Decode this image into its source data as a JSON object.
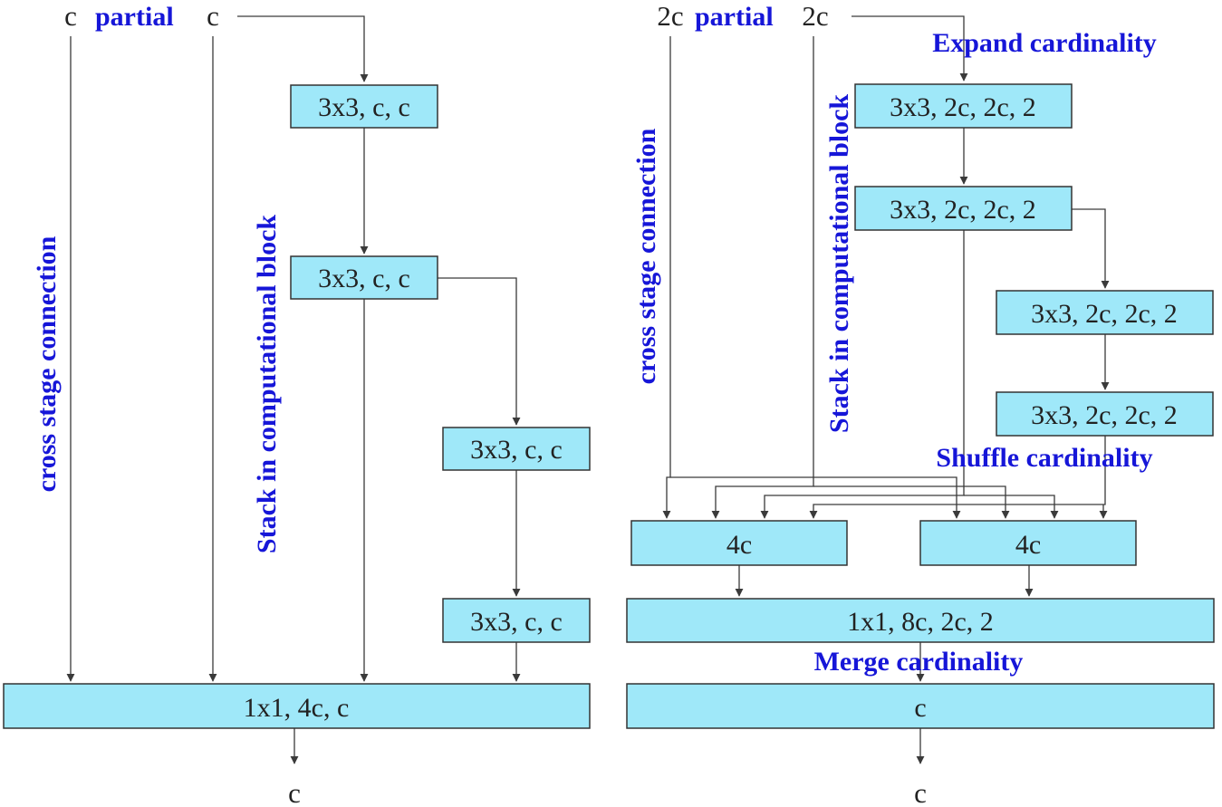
{
  "colors": {
    "box_fill": "#9fe8f9",
    "box_stroke": "#333333",
    "annotation": "#1616d8",
    "text": "#222222",
    "line": "#3a3a3a"
  },
  "left": {
    "input_c1": "c",
    "partial": "partial",
    "input_c2": "c",
    "conv1": "3x3, c, c",
    "conv2": "3x3, c, c",
    "conv3": "3x3, c, c",
    "conv4": "3x3, c, c",
    "transition": "1x1, 4c, c",
    "output": "c",
    "cross_stage": "cross stage connection",
    "stack": "Stack in computational block"
  },
  "right": {
    "input_c1": "2c",
    "partial": "partial",
    "input_c2": "2c",
    "expand": "Expand cardinality",
    "conv1": "3x3, 2c, 2c, 2",
    "conv2": "3x3, 2c, 2c, 2",
    "conv3": "3x3, 2c, 2c, 2",
    "conv4": "3x3, 2c, 2c, 2",
    "shuffle": "Shuffle cardinality",
    "concat1": "4c",
    "concat2": "4c",
    "merge_conv": "1x1, 8c, 2c, 2",
    "merge": "Merge cardinality",
    "output_box": "c",
    "output": "c",
    "cross_stage": "cross stage connection",
    "stack": "Stack in computational block"
  }
}
